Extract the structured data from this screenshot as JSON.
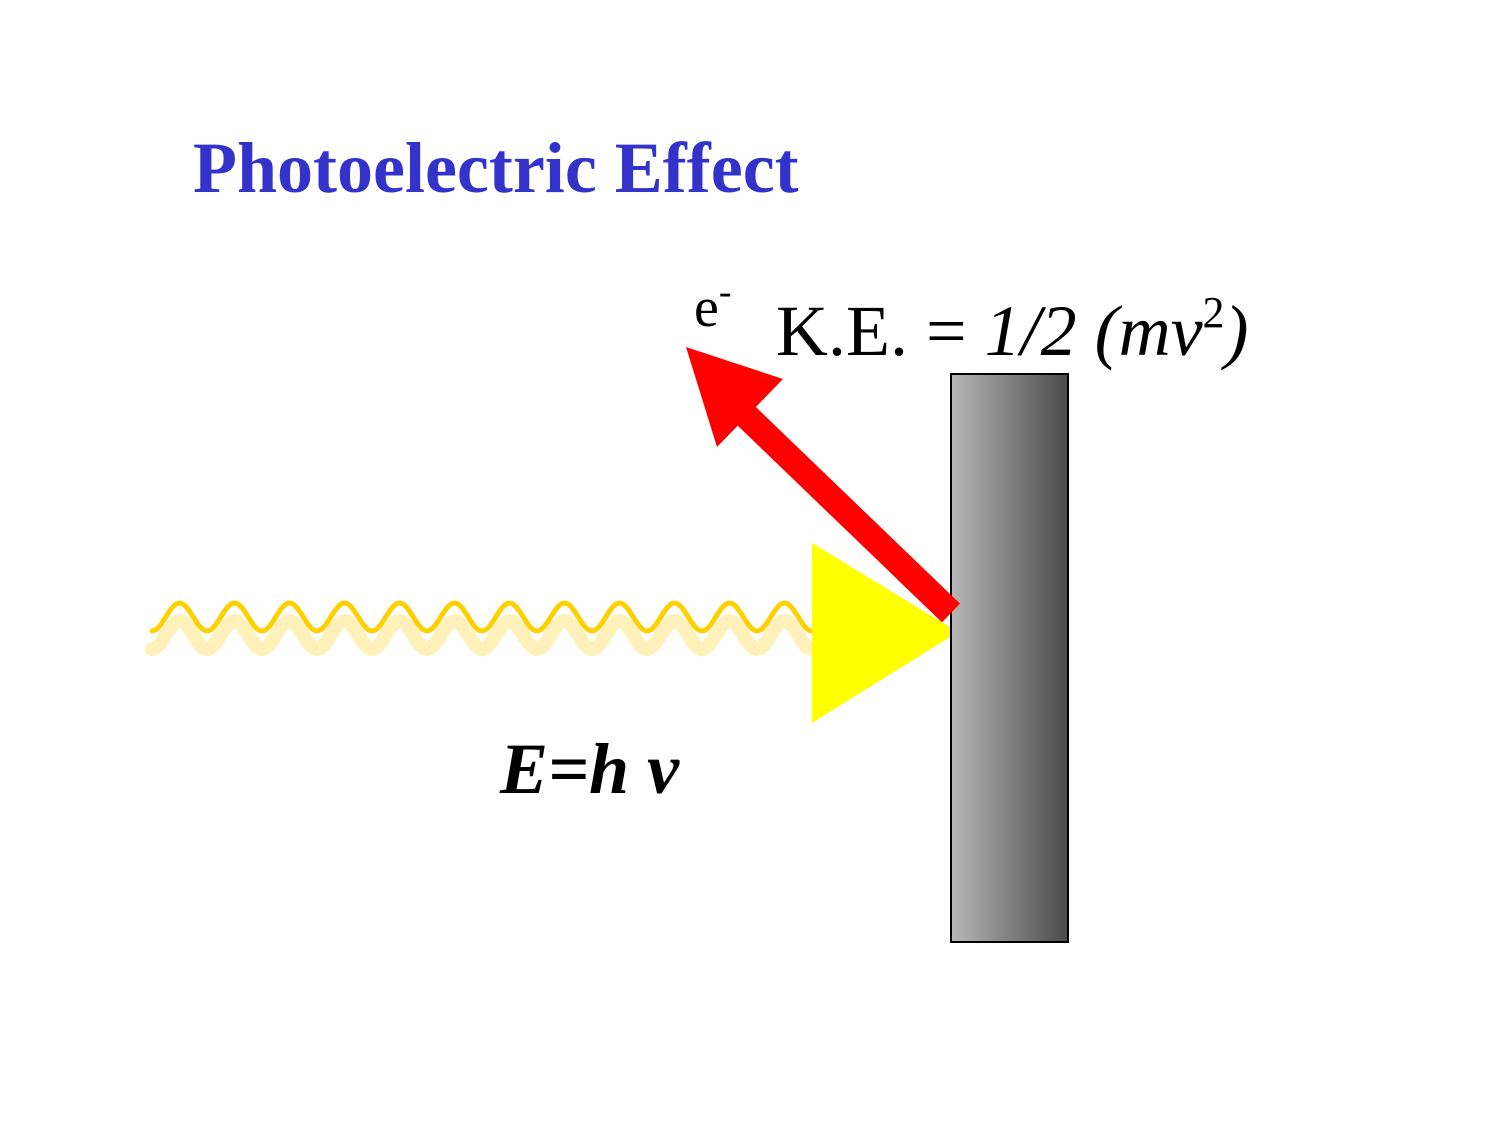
{
  "title": "Photoelectric Effect",
  "electron": {
    "symbol": "e",
    "charge": "-"
  },
  "kinetic_energy": {
    "lhs": "K.E. = ",
    "fraction": "1/2",
    "open_paren": " (",
    "mv": "mv",
    "exponent": "2",
    "close_paren": ")"
  },
  "photon_energy": {
    "lhs": "E=h ",
    "nu": "ν"
  },
  "colors": {
    "title": "#3333cc",
    "electron_arrow": "#ff0000",
    "light_wave": "#ffd000",
    "light_arrowhead": "#ffff00",
    "metal_light": "#b8b8b8",
    "metal_dark": "#4a4a4a",
    "text": "#000000"
  }
}
